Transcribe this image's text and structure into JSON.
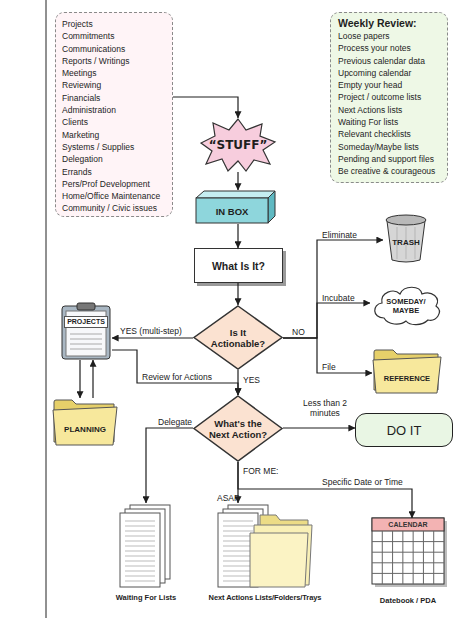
{
  "diagram": {
    "nodes": [
      {
        "text": [
          "Projects",
          "Commitments",
          "Communications",
          "Reports / Writings",
          "Meetings",
          "Reviewing",
          "Financials",
          "Administration",
          "Clients",
          "Marketing",
          "Systems / Supplies",
          "Delegation",
          "Errands",
          "Pers/Prof Development",
          "Home/Office Maintenance",
          "Community / Civic issues"
        ]
      },
      {
        "text": [
          "Weekly Review:",
          "Loose papers",
          "Process your notes",
          "Previous calendar data",
          "Upcoming calendar",
          "Empty your head",
          "Project / outcome lists",
          "Next Actions lists",
          "Waiting For lists",
          "Relevant checklists",
          "Someday/Maybe lists",
          "Pending and support files",
          "Be creative & courageous"
        ]
      },
      {
        "text": [
          "“STUFF”"
        ]
      },
      {
        "text": [
          "IN BOX"
        ]
      },
      {
        "text": [
          "What Is It?"
        ]
      },
      {
        "text": [
          "TRASH"
        ]
      },
      {
        "text": [
          "SOMEDAY/ MAYBE"
        ]
      },
      {
        "text": [
          "PROJECTS"
        ]
      },
      {
        "text": [
          "Is It Actionable?"
        ]
      },
      {
        "text": [
          "REFERENCE"
        ]
      },
      {
        "text": [
          "PLANNING"
        ]
      },
      {
        "text": [
          "What's the Next Action?"
        ]
      },
      {
        "text": [
          "DO IT"
        ]
      },
      {
        "text": [
          "CALENDAR",
          "Datebook / PDA"
        ]
      },
      {
        "text": [
          "Waiting For Lists"
        ]
      },
      {
        "text": [
          "Next Actions Lists/Folders/Trays"
        ]
      }
    ],
    "edges": [
      {
        "from": 0,
        "to": 2,
        "arrow": "to"
      },
      {
        "from": 2,
        "to": 3,
        "arrow": "to"
      },
      {
        "from": 3,
        "to": 4,
        "arrow": "to"
      },
      {
        "from": 4,
        "to": 8,
        "arrow": "to"
      },
      {
        "from": 8,
        "to": 7,
        "label": "YES (multi-step)",
        "arrow": "to"
      },
      {
        "from": 8,
        "to": 5,
        "label": "Eliminate",
        "arrow": "to"
      },
      {
        "from": 8,
        "to": 6,
        "label": "Incubate",
        "arrow": "to"
      },
      {
        "from": 8,
        "to": 9,
        "label": "File",
        "arrow": "to"
      },
      {
        "from": 8,
        "to": 11,
        "label": "YES",
        "arrow": "to"
      },
      {
        "from": 7,
        "to": 11,
        "label": "Review for Actions",
        "arrow": "to"
      },
      {
        "from": 7,
        "to": 10,
        "arrow": "to"
      },
      {
        "from": 10,
        "to": 7,
        "arrow": "to"
      },
      {
        "from": 11,
        "to": 12,
        "label": "Less than 2 minutes",
        "arrow": "to"
      },
      {
        "from": 11,
        "to": 14,
        "label": "Delegate",
        "arrow": "to"
      },
      {
        "from": 11,
        "to": 15,
        "label": "ASAP",
        "arrow": "to"
      },
      {
        "from": 11,
        "to": 13,
        "label": "Specific Date or Time",
        "arrow": "to"
      }
    ],
    "labels": [
      "NO",
      "FOR ME:"
    ]
  }
}
